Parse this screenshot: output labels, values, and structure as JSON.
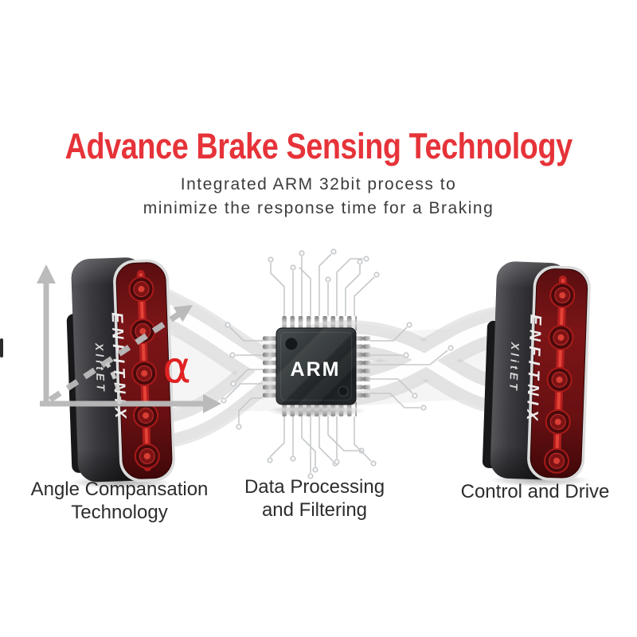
{
  "title": {
    "text": "Advance Brake Sensing Technology"
  },
  "subtitle": {
    "line1": "Integrated ARM 32bit process to",
    "line2": "minimize the response time for a Braking"
  },
  "diagram": {
    "angle_symbol": "α",
    "chip_label": "ARM",
    "brand": "ENFITNIX",
    "model": "XlitET"
  },
  "captions": {
    "left": {
      "line1": "Angle Compansation",
      "line2": "Technology"
    },
    "center": {
      "line1": "Data Processing",
      "line2": "and Filtering"
    },
    "right": {
      "line1": "Control and Drive"
    }
  },
  "colors": {
    "title_red": "#e63339",
    "alpha_red": "#e02222",
    "axis_gray": "#b9b9b9",
    "caption_text": "#2d2d2d",
    "lens_red": "#7c1517",
    "chip_body": "#23272a",
    "trace_gray": "#c6c9cc"
  }
}
